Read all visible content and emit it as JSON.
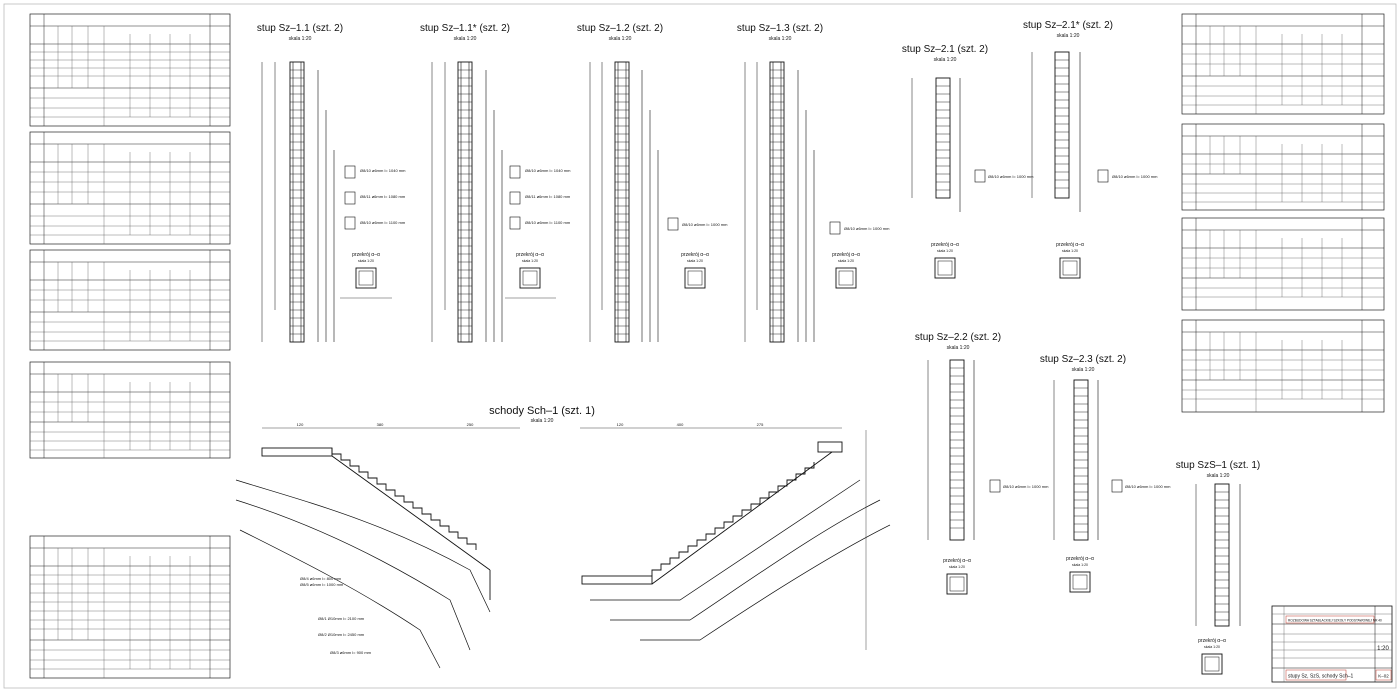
{
  "drawing": {
    "columns": [
      {
        "title": "stup Sz–1.1 (szt. 2)",
        "scale": "skala 1:20"
      },
      {
        "title": "stup Sz–1.1* (szt. 2)",
        "scale": "skala 1:20"
      },
      {
        "title": "stup Sz–1.2 (szt. 2)",
        "scale": "skala 1:20"
      },
      {
        "title": "stup Sz–1.3 (szt. 2)",
        "scale": "skala 1:20"
      },
      {
        "title": "stup Sz–2.1 (szt. 2)",
        "scale": "skala 1:20"
      },
      {
        "title": "stup Sz–2.1* (szt. 2)",
        "scale": "skala 1:20"
      },
      {
        "title": "stup Sz–2.2 (szt. 2)",
        "scale": "skala 1:20"
      },
      {
        "title": "stup Sz–2.3 (szt. 2)",
        "scale": "skala 1:20"
      },
      {
        "title": "stup SzS–1 (szt. 1)",
        "scale": "skala 1:20"
      }
    ],
    "stairs": {
      "title": "schody Sch–1 (szt. 1)",
      "scale": "skala 1:20"
    },
    "section_label": "przekrój α–α",
    "section_scale": "skala 1:20",
    "bar_notes": [
      "Ø8/10 ø6mm l= 1040 mm",
      "Ø8/11 ø6mm l= 1080 mm",
      "Ø8/10 ø6mm l= 1100 mm",
      "Ø8/10 ø6mm l= 1000 mm"
    ],
    "stair_dims_left": [
      "120",
      "380",
      "250"
    ],
    "stair_dims_right": [
      "120",
      "400",
      "275"
    ],
    "stair_bar_notes": [
      "Ø8/4 ø6mm l= 800 mm",
      "Ø8/5 ø6mm l= 1000 mm",
      "Ø8/1 Ø10mm l= 2100 mm",
      "Ø8/2 Ø10mm l= 2450 mm",
      "Ø8/3 ø6mm l= 900 mm"
    ],
    "title_block": {
      "project": "ROZBUDOWA SZTABLACKIEJ SZKOŁY PODSTAWOWEJ NR 40",
      "drawing_name": "stupy Sz, SzS, schody Sch–1",
      "scale": "1:20",
      "sheet": "K–02"
    }
  }
}
